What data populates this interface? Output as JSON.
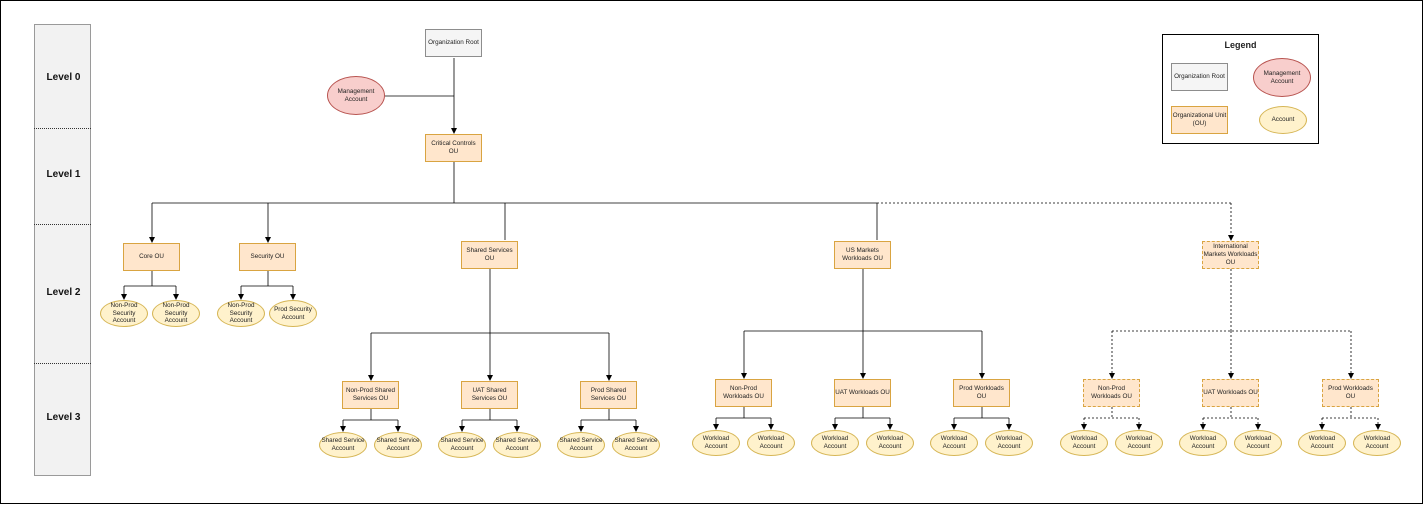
{
  "levels": [
    "Level 0",
    "Level 1",
    "Level 2",
    "Level 3"
  ],
  "legend": {
    "title": "Legend",
    "root": "Organization Root",
    "management": "Management Account",
    "ou": "Organizational Unit (OU)",
    "account": "Account"
  },
  "nodes": {
    "root": "Organization Root",
    "management": "Management Account",
    "critical": "Critical Controls OU",
    "core": "Core OU",
    "security": "Security OU",
    "shared": "Shared Services OU",
    "us": "US Markets Workloads OU",
    "intl": "International Markets Workloads OU",
    "core_acct1": "Non-Prod Security Account",
    "core_acct2": "Non-Prod Security Account",
    "sec_acct1": "Non-Prod Security Account",
    "sec_acct2": "Prod Security Account",
    "ss_nonprod": "Non-Prod Shared Services OU",
    "ss_uat": "UAT Shared Services OU",
    "ss_prod": "Prod Shared Services OU",
    "us_nonprod": "Non-Prod Workloads OU",
    "us_uat": "UAT Workloads OU",
    "us_prod": "Prod Workloads OU",
    "in_nonprod": "Non-Prod Workloads OU",
    "in_uat": "UAT Workloads OU",
    "in_prod": "Prod Workloads OU",
    "shared_service_account": "Shared Service Account",
    "workload_account": "Workload Account"
  }
}
